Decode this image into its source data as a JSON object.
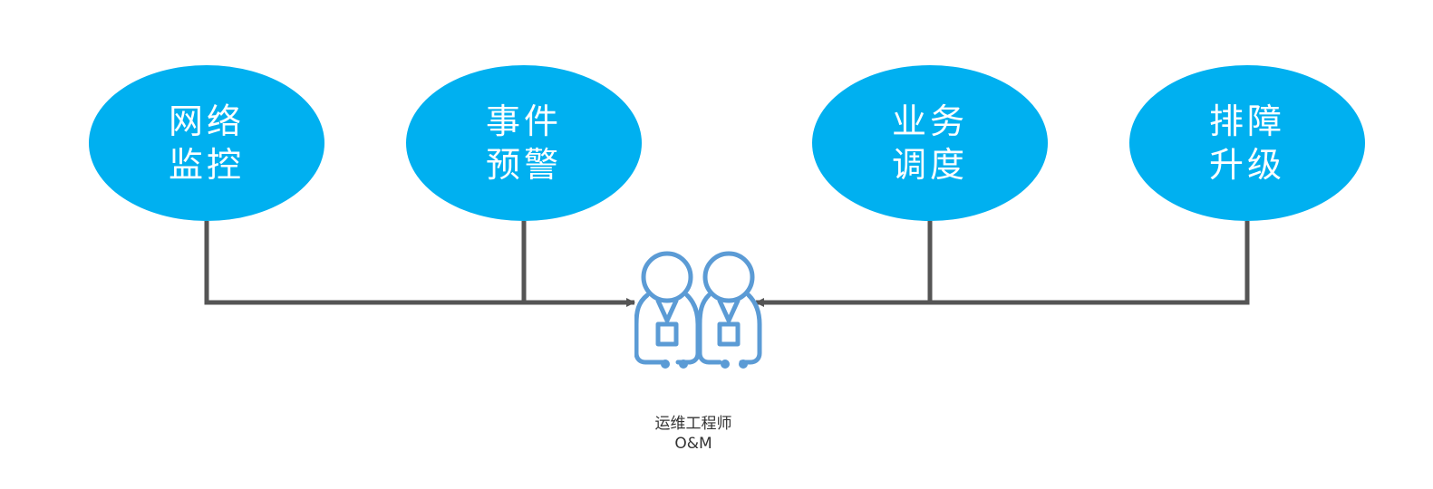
{
  "nodes": [
    {
      "id": "network-monitoring",
      "line1": "网络",
      "line2": "监控"
    },
    {
      "id": "event-alert",
      "line1": "事件",
      "line2": "预警"
    },
    {
      "id": "business-scheduling",
      "line1": "业务",
      "line2": "调度"
    },
    {
      "id": "troubleshoot-escalate",
      "line1": "排障",
      "line2": "升级"
    }
  ],
  "center": {
    "title_cn": "运维工程师",
    "title_en": "O&M",
    "icon": "two-engineers-icon"
  },
  "colors": {
    "bubble": "#00b0f0",
    "bubble_text": "#ffffff",
    "connector": "#555555",
    "icon": "#5b9bd5",
    "caption": "#333333"
  }
}
